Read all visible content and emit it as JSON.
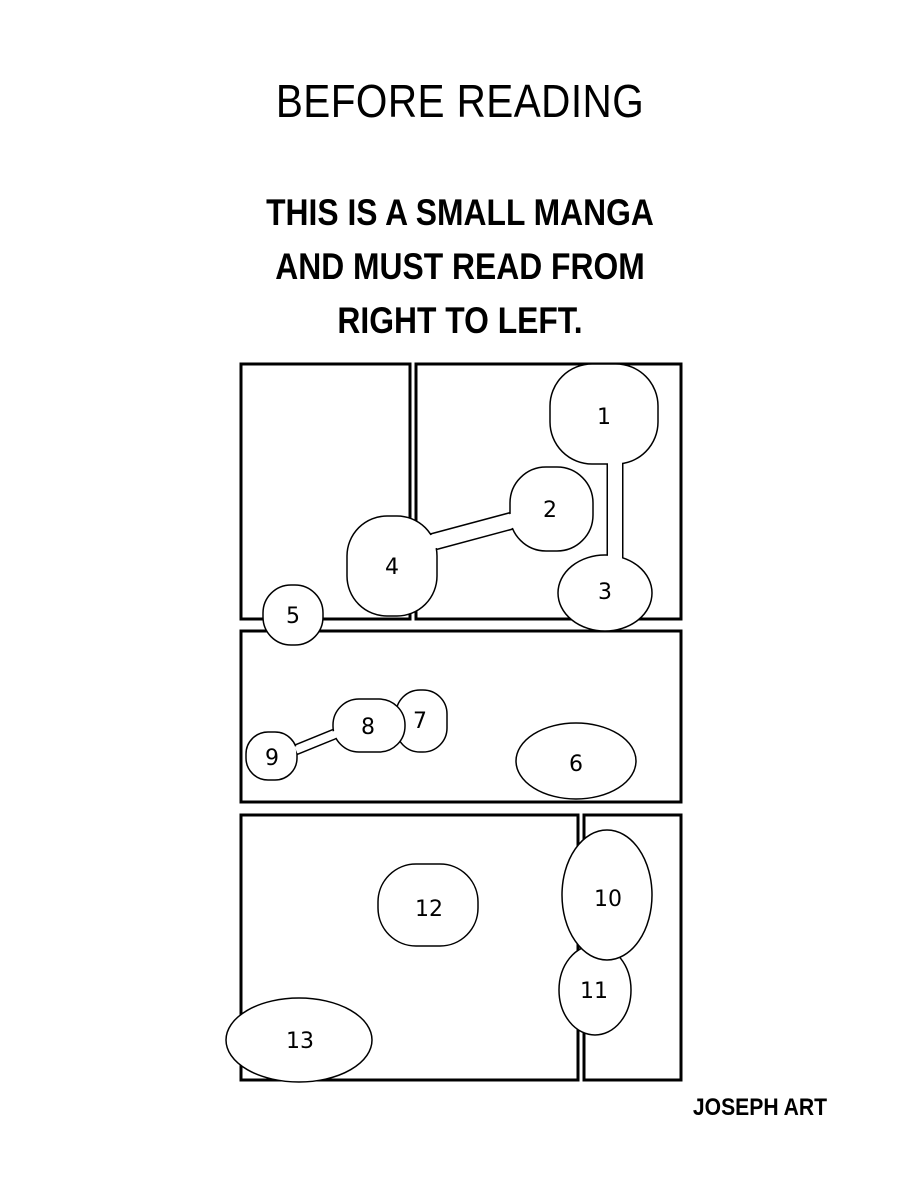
{
  "title": "BEFORE READING",
  "subtitle_lines": [
    "THIS IS A SMALL MANGA",
    "AND MUST READ FROM",
    "RIGHT TO LEFT."
  ],
  "credit": "JOSEPH ART",
  "bubbles": [
    "1",
    "2",
    "3",
    "4",
    "5",
    "6",
    "7",
    "8",
    "9",
    "10",
    "11",
    "12",
    "13"
  ]
}
